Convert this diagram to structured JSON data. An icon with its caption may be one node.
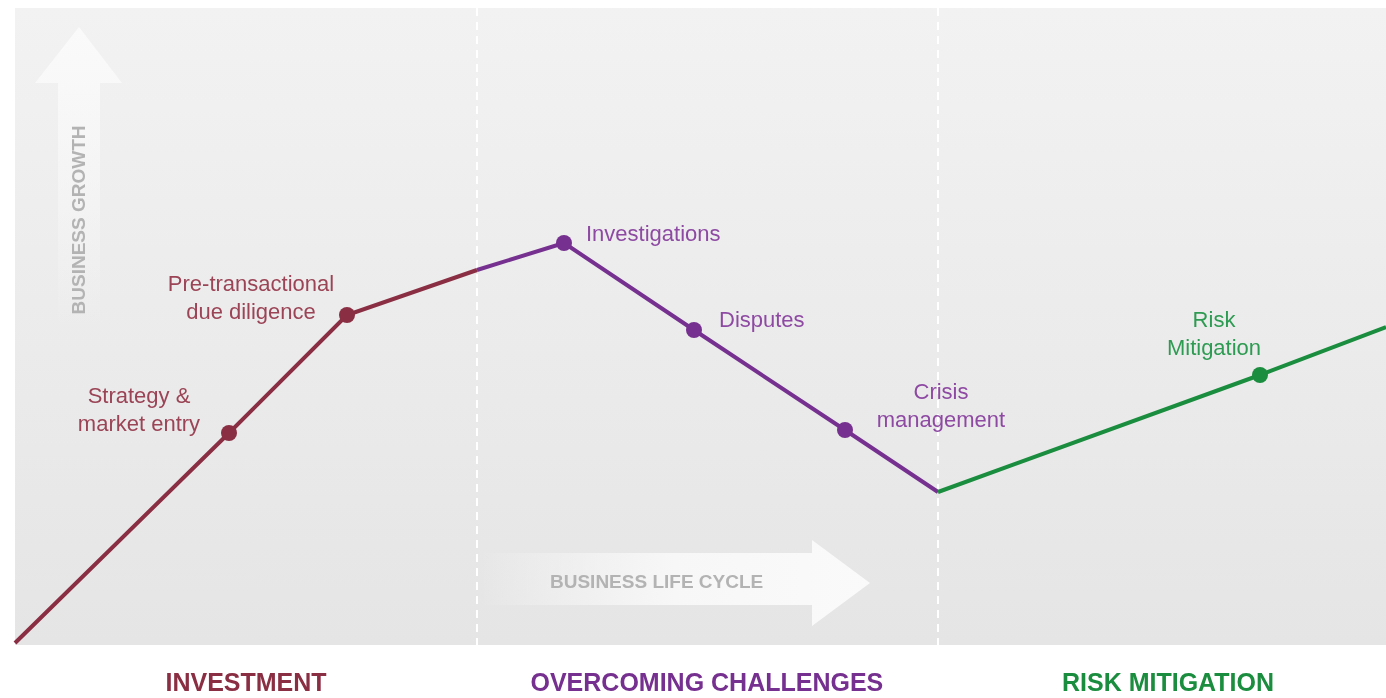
{
  "diagram": {
    "labels": [
      "BUSINESS GROWTH",
      "Investigations",
      "Pre-transactional due diligence",
      "Disputes",
      "Risk Mitigation",
      "Strategy & market entry",
      "Crisis management",
      "BUSINESS LIFE CYCLE",
      "INVESTMENT",
      "OVERCOMING CHALLENGES",
      "RISK MITIGATION"
    ]
  }
}
